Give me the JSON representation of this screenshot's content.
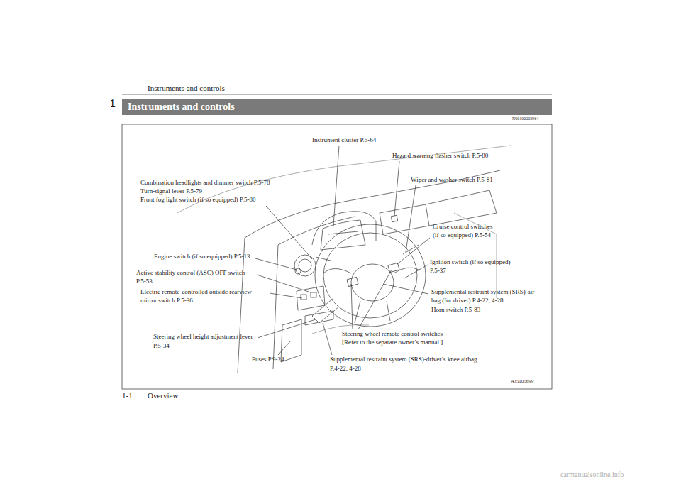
{
  "diagram": {
    "nodes": [
      {
        "text": [
          "Instruments and controls"
        ]
      }
    ],
    "labels": [
      "Instruments and controls",
      "1",
      "N00100202964",
      "Instrument cluster P.5-64",
      "Hazard warning flasher switch P.5-80",
      "Wiper and washer switch P.5-81",
      "Combination headlights and dimmer switch P.5-78",
      "Turn-signal lever P.5-79",
      "Front fog light switch (if so equipped) P.5-80",
      "Cruise control switches",
      "(if so equipped) P.5-54",
      "Engine switch (if so equipped) P.5-13",
      "Ignition switch (if so equipped)",
      "P.5-37",
      "Active stability control (ASC) OFF switch",
      "P.5-53",
      "Electric remote-controlled outside rearview",
      "mirror switch P.5-36",
      "Supplemental restraint system (SRS)-air-",
      "bag (for driver) P.4-22, 4-28",
      "Horn switch P.5-83",
      "Steering wheel height adjustment lever",
      "P.5-34",
      "Steering wheel remote control switches",
      "[Refer to the separate owner’s manual.]",
      "Fuses P.9-24",
      "Supplemental restraint system (SRS)-driver’s knee airbag",
      "P.4-22, 4-28",
      "AJ5105699",
      "1-1",
      "Overview",
      "carmanualsonline.info"
    ]
  }
}
